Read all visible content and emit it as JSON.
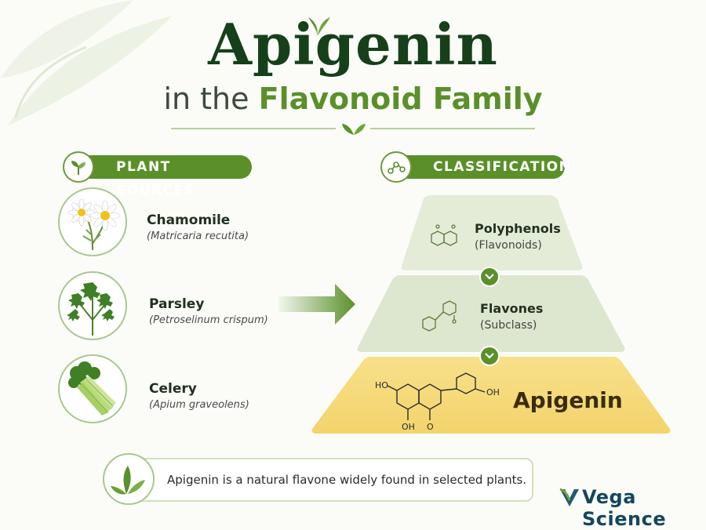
{
  "header": {
    "title": "Apigenin",
    "subtitle_prefix": "in the",
    "subtitle_highlight": "Flavonoid Family"
  },
  "plant_sources": {
    "heading": "PLANT SOURCES",
    "items": [
      {
        "name": "Chamomile",
        "scientific": "(Matricaria recutita)",
        "icon": "chamomile-icon"
      },
      {
        "name": "Parsley",
        "scientific": "(Petroselinum crispum)",
        "icon": "parsley-icon"
      },
      {
        "name": "Celery",
        "scientific": "(Apium graveolens)",
        "icon": "celery-icon"
      }
    ]
  },
  "classification": {
    "heading": "CLASSIFICATION",
    "tiers": [
      {
        "name": "Polyphenols",
        "sub": "(Flavonoids)"
      },
      {
        "name": "Flavones",
        "sub": "(Subclass)"
      },
      {
        "name": "Apigenin",
        "sub": ""
      }
    ],
    "molecule_labels": {
      "ho_top_left": "HO",
      "oh_right": "OH",
      "oh_bottom": "OH",
      "o_bottom": "O"
    }
  },
  "footer": {
    "text": "Apigenin is a natural flavone widely found in selected plants."
  },
  "brand": "Vega Science",
  "colors": {
    "primary_green": "#5a8f2a",
    "dark_green": "#16401a",
    "tier_light": "#e7efdc",
    "tier_mid": "#dfe8d2",
    "tier_highlight": "#f6dc7e"
  }
}
